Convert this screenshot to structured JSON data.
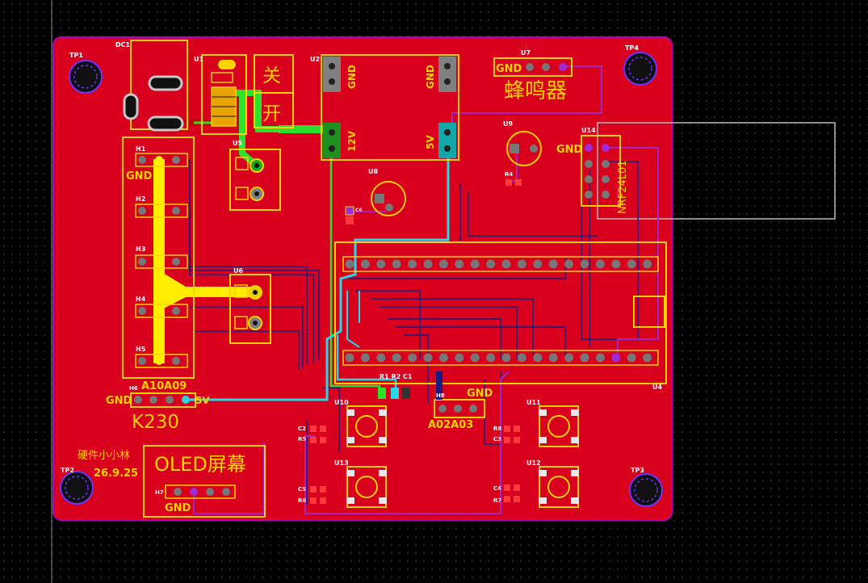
{
  "board": {
    "labels": {
      "dc1": "DC1",
      "u1": "U1",
      "u2": "U2",
      "u5": "U5",
      "u6": "U6",
      "u7": "U7",
      "u8": "U8",
      "u9": "U9",
      "u10": "U10",
      "u11": "U11",
      "u12": "U12",
      "u13": "U13",
      "u14": "U14",
      "u4": "U4",
      "tp1": "TP1",
      "tp2": "TP2",
      "tp3": "TP3",
      "tp4": "TP4",
      "h1": "H1",
      "h2": "H2",
      "h3": "H3",
      "h4": "H4",
      "h5": "H5",
      "h6": "H6",
      "h7": "H7",
      "h8": "H8",
      "r1r2c1": "R1 R2 C1",
      "r4": "R4",
      "r5": "R5",
      "r6": "R6",
      "r7": "R7",
      "r8": "R8",
      "c2": "C2",
      "c3": "C3",
      "c4": "C4",
      "c5": "C5",
      "c6": "C6",
      "gnd": "GND",
      "v12": "12V",
      "v5": "5V",
      "v5b": "5V",
      "a10a09": "A10A09",
      "a02a03": "A02A03",
      "k230": "K230",
      "off": "关",
      "on": "开",
      "buzzer": "蜂鸣器",
      "oled": "OLED屏幕",
      "author": "硬件小小林",
      "date": "26.9.25",
      "nrf": "NRF24L01"
    }
  }
}
